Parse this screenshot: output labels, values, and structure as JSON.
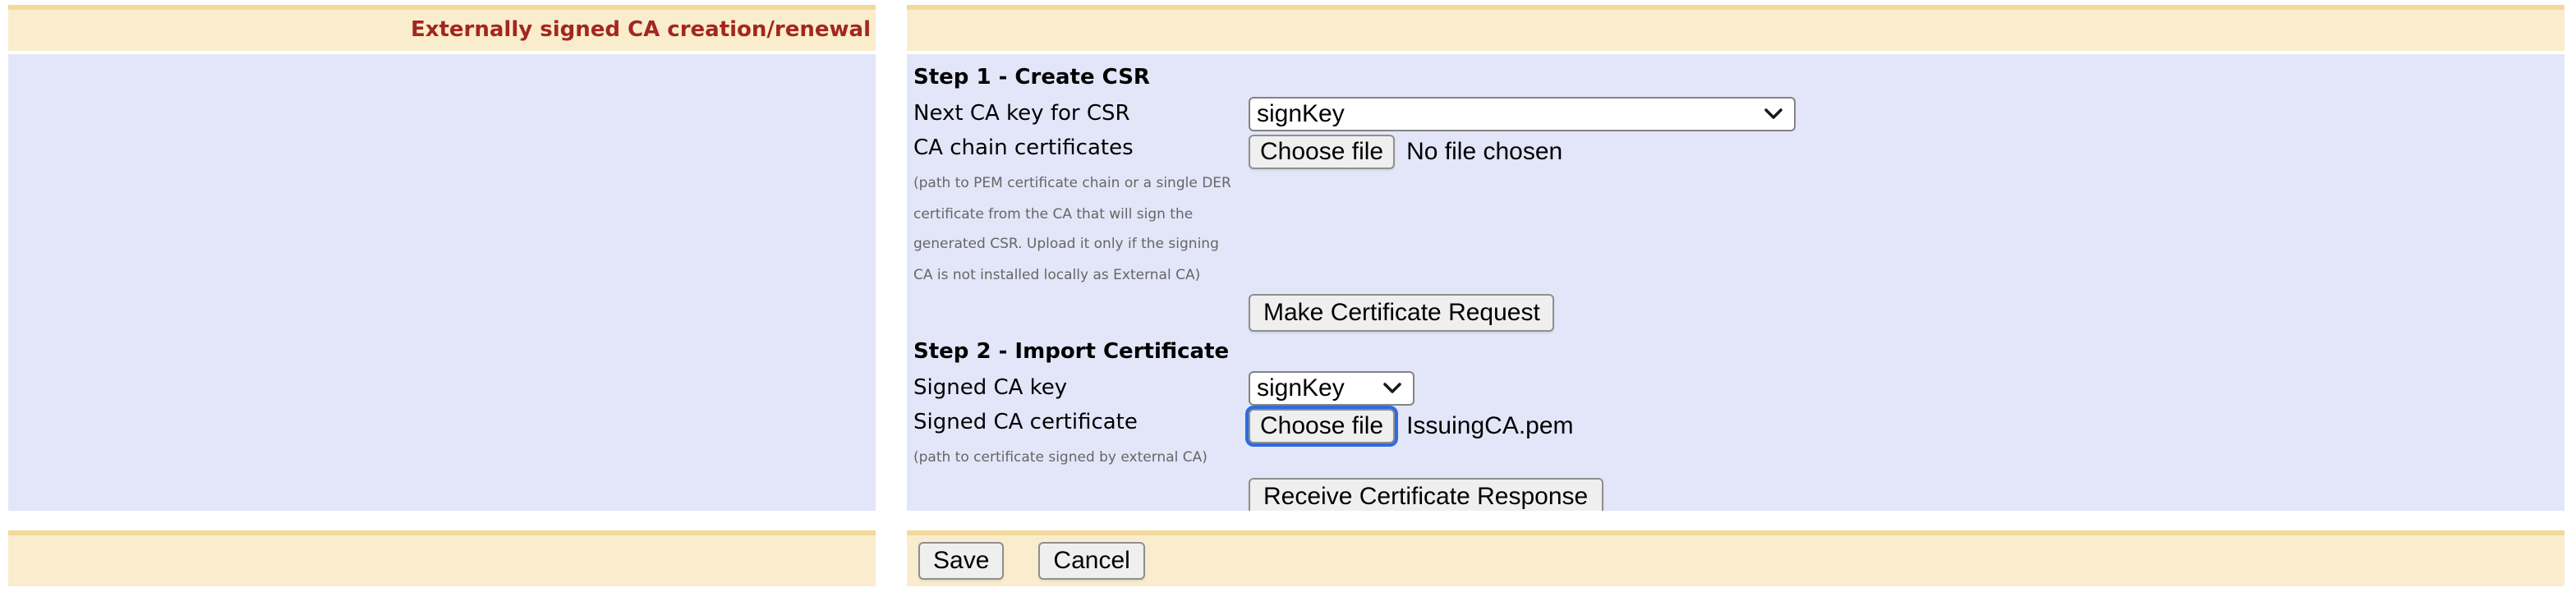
{
  "colors": {
    "header_bar": "#f9edce",
    "header_stripe": "#f3d999",
    "content_bg": "#e3e6f8",
    "title_red": "#a3271e",
    "focus_ring_blue": "#2f6be0"
  },
  "header": {
    "title": "Externally signed CA creation/renewal"
  },
  "step1": {
    "heading": "Step 1 - Create CSR",
    "next_ca_key": {
      "label": "Next CA key for CSR",
      "value": "signKey"
    },
    "ca_chain": {
      "label": "CA chain certificates",
      "choose_file_label": "Choose file",
      "file_status": "No file chosen",
      "help_lines": [
        "(path to PEM certificate chain or a single DER",
        "certificate from the CA that will sign the",
        "generated CSR. Upload it only if the signing",
        "CA is not installed locally as External CA)"
      ]
    },
    "make_request_button": "Make Certificate Request"
  },
  "step2": {
    "heading": "Step 2 - Import Certificate",
    "signed_ca_key": {
      "label": "Signed CA key",
      "value": "signKey"
    },
    "signed_ca_certificate": {
      "label": "Signed CA certificate",
      "choose_file_label": "Choose file",
      "file_name": "IssuingCA.pem",
      "help": "(path to certificate signed by external CA)"
    },
    "receive_response_button": "Receive Certificate Response"
  },
  "footer": {
    "save_button": "Save",
    "cancel_button": "Cancel"
  }
}
